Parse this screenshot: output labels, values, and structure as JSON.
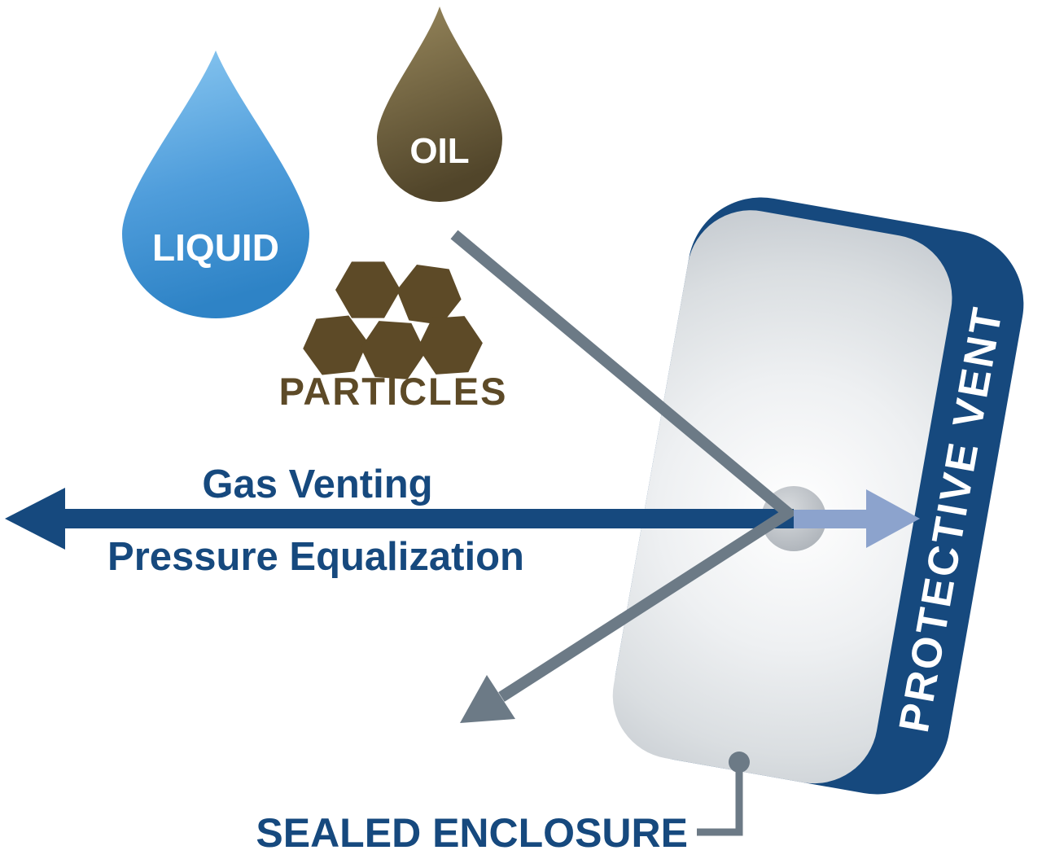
{
  "contaminants": {
    "liquid_label": "LIQUID",
    "oil_label": "OIL",
    "particles_label": "PARTICLES"
  },
  "venting": {
    "gas_venting_label": "Gas Venting",
    "pressure_equalization_label": "Pressure Equalization"
  },
  "enclosure": {
    "protective_vent_label": "PROTECTIVE VENT",
    "sealed_enclosure_label": "SEALED ENCLOSURE"
  },
  "colors": {
    "navy": "#16497E",
    "liquid_top": "#8BC8F1",
    "liquid_mid": "#4F9DDB",
    "liquid_bottom": "#2E83C6",
    "oil_top": "#97875C",
    "oil_bottom": "#51452A",
    "particle_brown": "#5D4A27",
    "deflect_gray": "#6C7A86",
    "vent_flow_blue": "#8CA3CD",
    "label_white": "#FFFFFF"
  }
}
